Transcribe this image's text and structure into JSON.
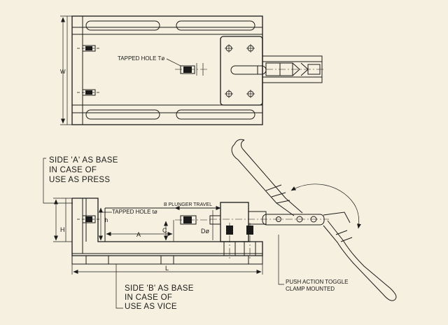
{
  "top_view": {
    "tapped_hole_label": "TAPPED HOLE Tø",
    "width_dim": "W"
  },
  "side_view": {
    "side_a_lines": [
      "SIDE 'A' AS BASE",
      "IN CASE OF",
      "USE AS PRESS"
    ],
    "side_b_lines": [
      "SIDE 'B' AS BASE",
      "IN CASE OF",
      "USE AS VICE"
    ],
    "tapped_hole_label": "TAPPED HOLE tø",
    "plunger_travel_label": "B PLUNGER TRAVEL",
    "push_action_lines": [
      "PUSH ACTION TOGGLE",
      "CLAMP MOUNTED"
    ],
    "dims": {
      "H": "H",
      "h": "h",
      "A": "A",
      "C": "C",
      "D": "Dø",
      "L": "L"
    }
  }
}
